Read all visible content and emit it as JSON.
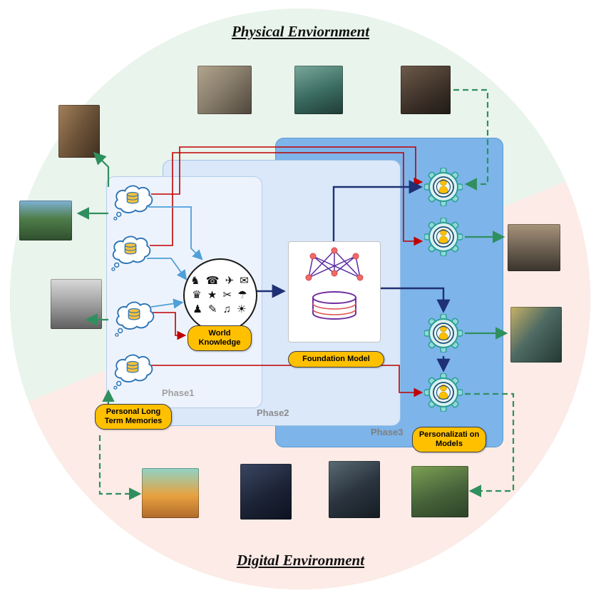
{
  "labels": {
    "physical": "Physical Enviornment",
    "digital": "Digital Environment"
  },
  "phases": {
    "p1": "Phase1",
    "p2": "Phase2",
    "p3": "Phase3"
  },
  "badges": {
    "world_knowledge": "World Knowledge",
    "foundation_model": "Foundation Model",
    "personal_memories": "Personal Long Term Memories",
    "personalization": "Personalizati on Models"
  },
  "world_knowledge_glyphs": "♞ ☎ ✈ ✉ ♛ ★ ✂ ☂ ♟ ✎ ♫ ☀",
  "icon_names": [
    "thought-bubble-memory-icon",
    "world-knowledge-collage-icon",
    "foundation-model-network-database-icon",
    "gear-with-user-icon"
  ],
  "photo_names": [
    "photo-elderly-reading",
    "photo-surgeons",
    "photo-elderly-man",
    "photo-rock-climber",
    "photo-mountain-stream",
    "photo-skateboarder",
    "photo-city-street",
    "photo-vr-user",
    "photo-game-platformer",
    "photo-scifi-room",
    "photo-robot-lab",
    "photo-forest-game"
  ],
  "colors": {
    "red": "#C00000",
    "blue": "#4F9FD8",
    "navy": "#1F3075",
    "green": "#2F8F5F",
    "badge_yellow": "#FFC000",
    "phase3_blue": "#7DB4EA",
    "phase2_blue": "#DBE8F9",
    "phase1_blue": "#EDF3FC",
    "physical_bg": "#E9F4EC",
    "digital_bg": "#FCEBE6"
  }
}
